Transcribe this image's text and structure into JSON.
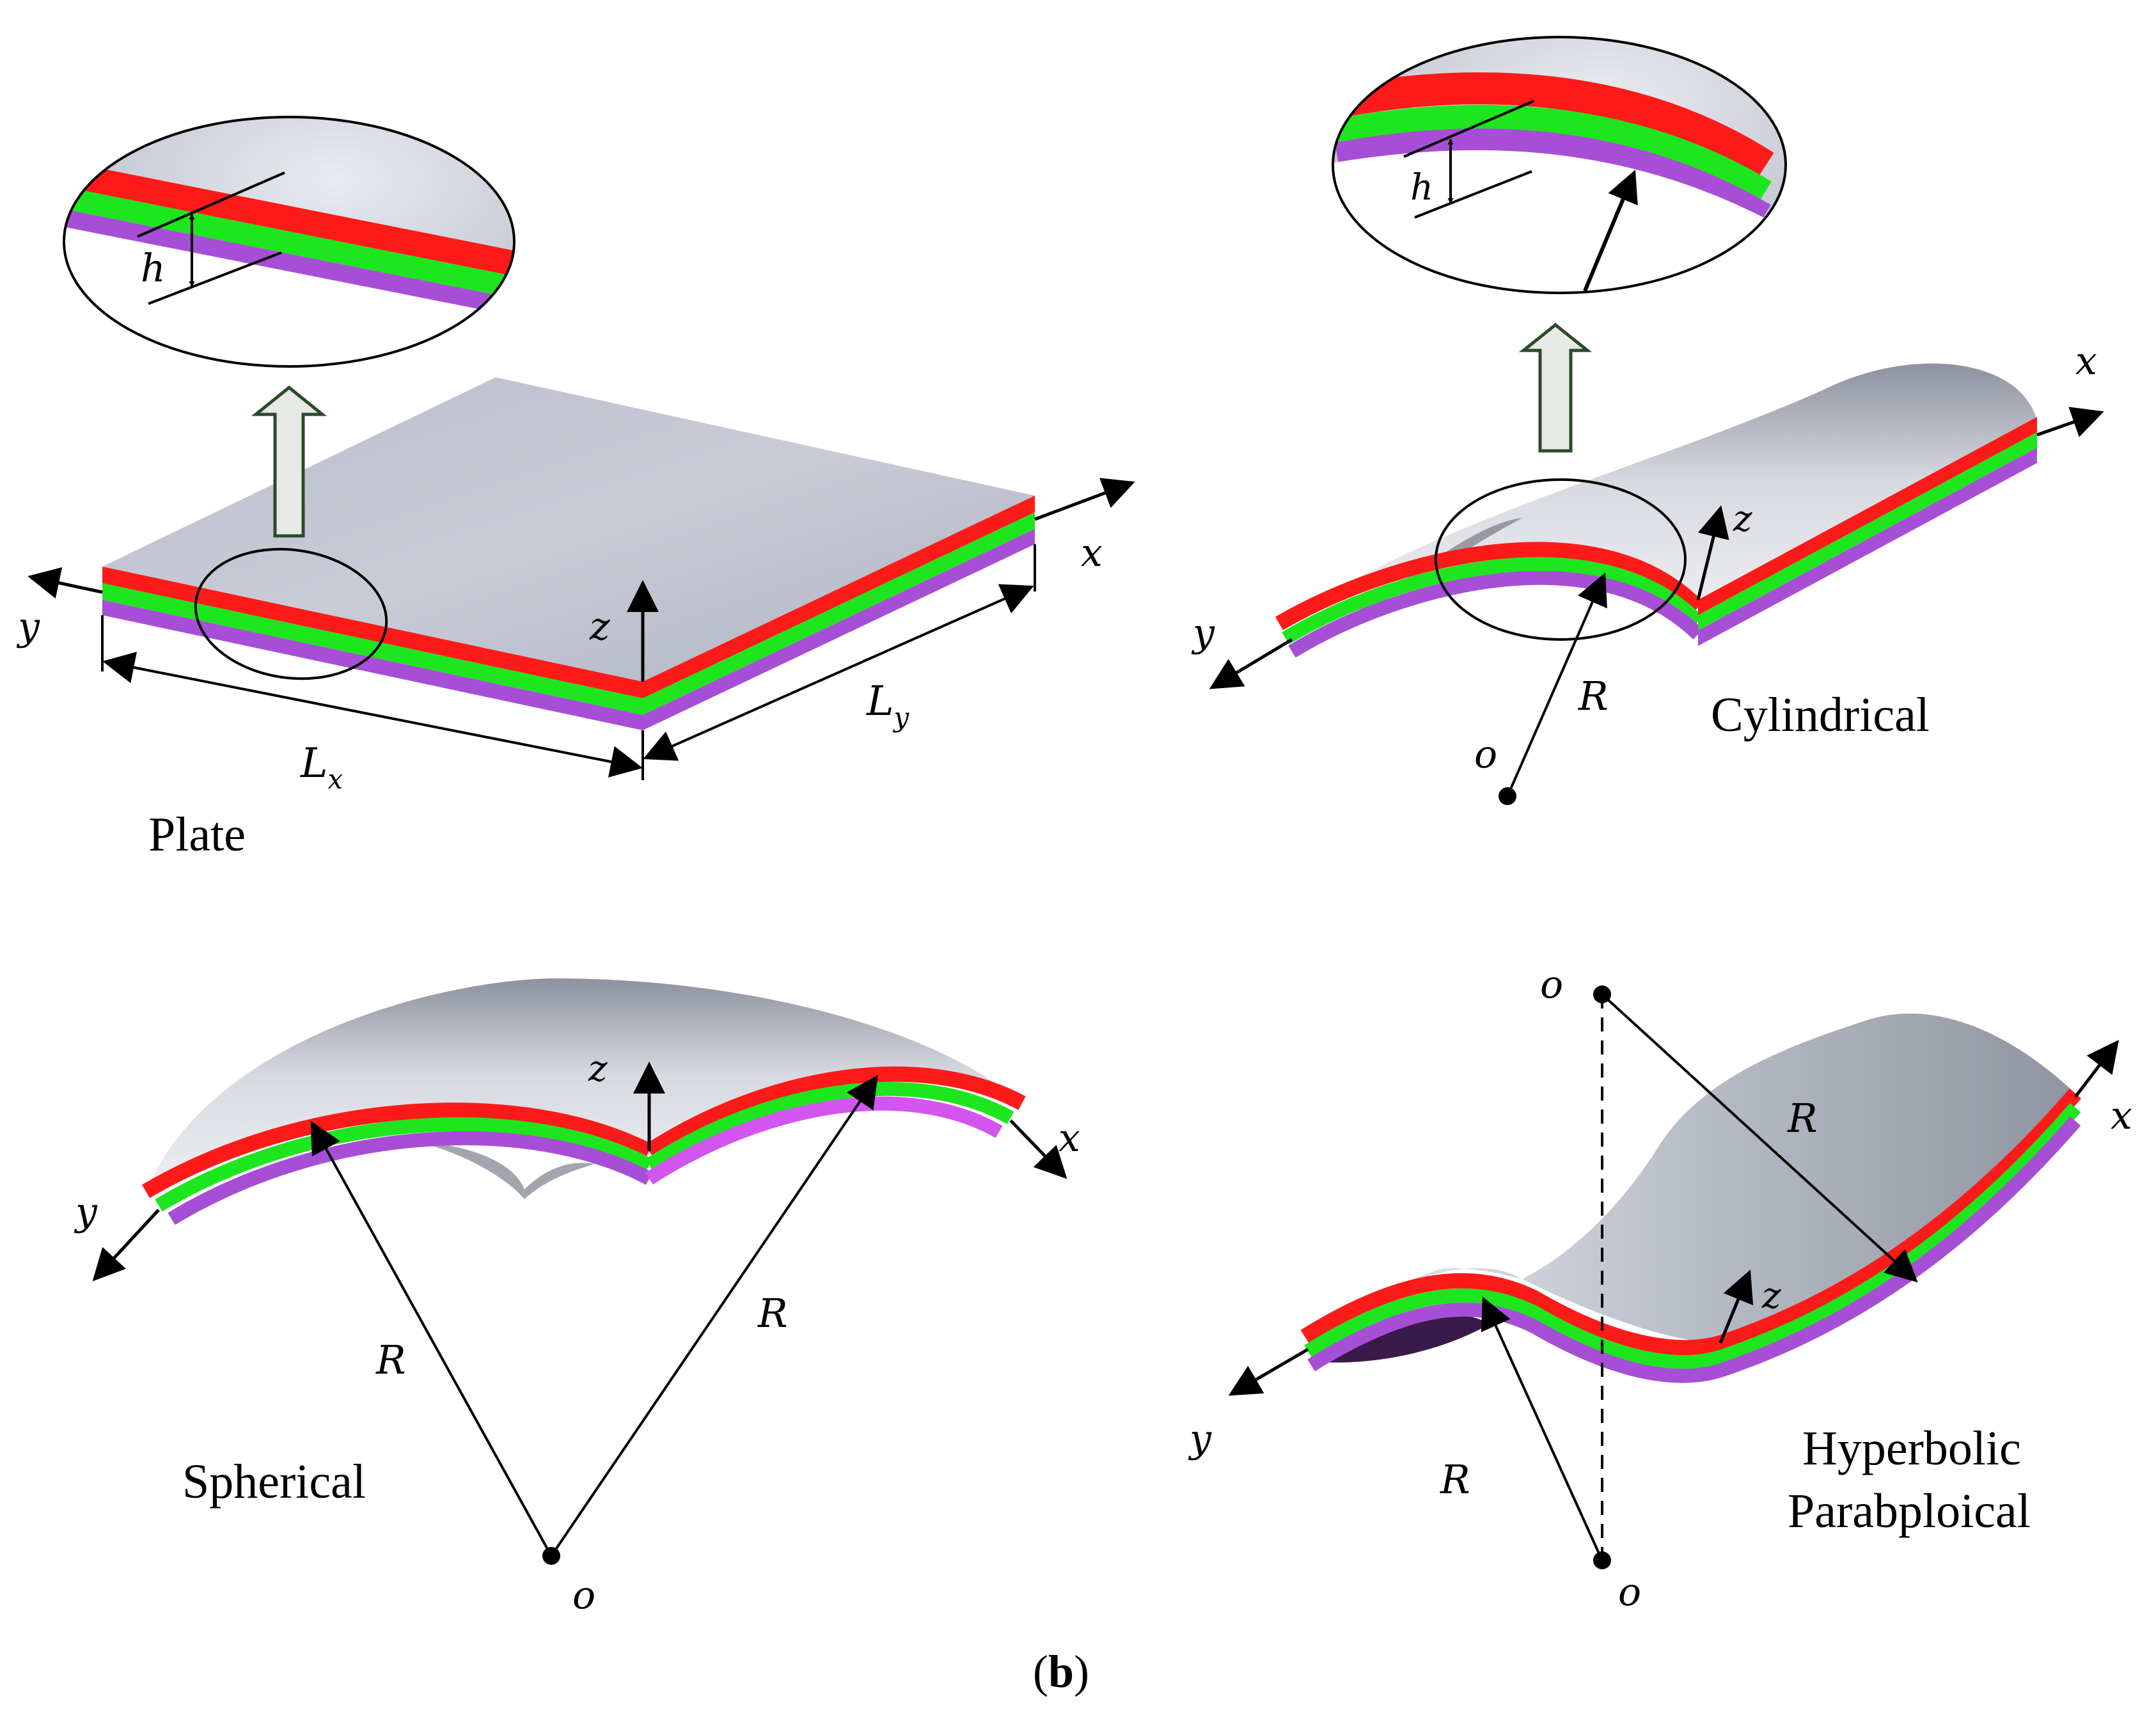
{
  "colors": {
    "top_surface": "#c3c7d3",
    "layer_top": "#ff1a1a",
    "layer_middle": "#1ee61e",
    "layer_bottom": "#a64fd6",
    "arrow_fill": "#e7e9e4",
    "arrow_stroke": "#2c4a2c"
  },
  "panels": {
    "plate": {
      "title": "Plate",
      "x_label": "x",
      "y_label": "y",
      "z_label": "z",
      "h_label": "h",
      "lx_main": "L",
      "lx_sub": "x",
      "ly_main": "L",
      "ly_sub": "y"
    },
    "cylindrical": {
      "title": "Cylindrical",
      "x_label": "x",
      "y_label": "y",
      "z_label": "z",
      "h_label": "h",
      "r_label": "R",
      "o_label": "o"
    },
    "spherical": {
      "title": "Spherical",
      "x_label": "x",
      "y_label": "y",
      "z_label": "z",
      "r_left_label": "R",
      "r_right_label": "R",
      "o_label": "o"
    },
    "hyperbolic": {
      "title_line1": "Hyperbolic",
      "title_line2": "Parabploical",
      "x_label": "x",
      "y_label": "y",
      "z_label": "z",
      "r_top_label": "R",
      "r_bottom_label": "R",
      "o_top_label": "o",
      "o_bottom_label": "o"
    }
  },
  "caption": {
    "open": "(",
    "letter": "b",
    "close": ")"
  }
}
